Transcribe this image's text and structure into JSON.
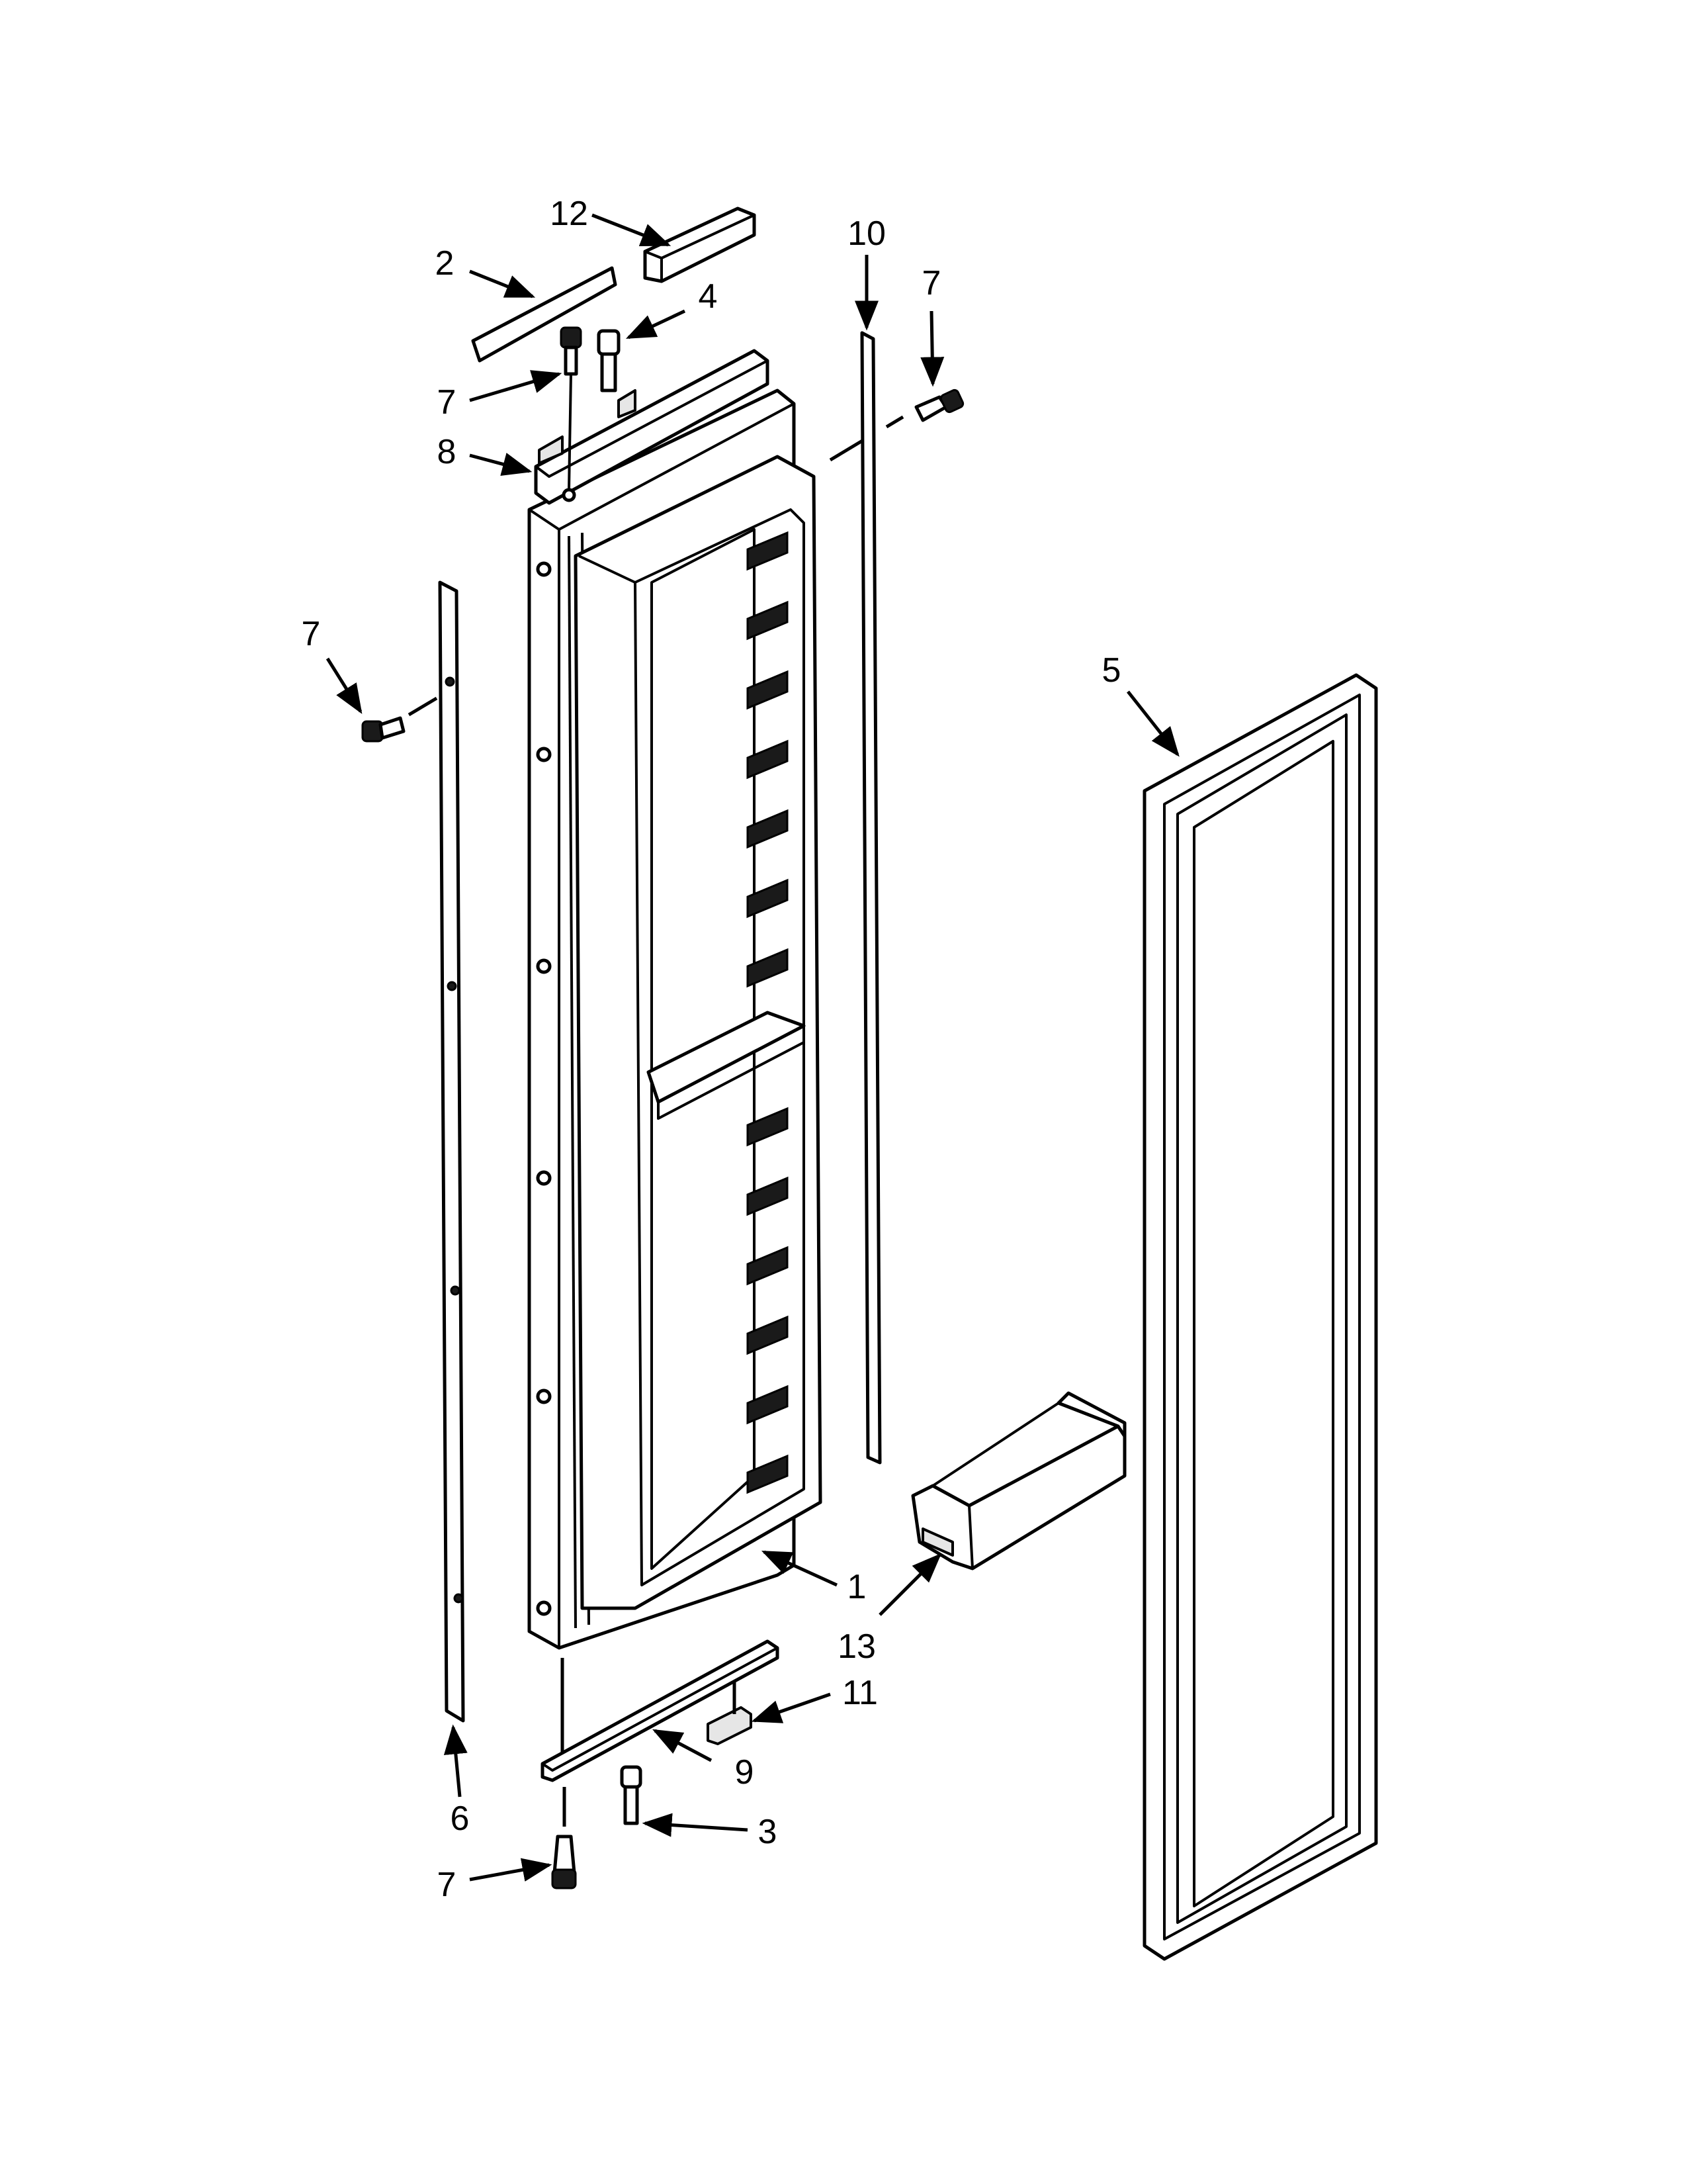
{
  "callouts": {
    "c1": "1",
    "c2": "2",
    "c3": "3",
    "c4": "4",
    "c5": "5",
    "c6": "6",
    "c7a": "7",
    "c7b": "7",
    "c7c": "7",
    "c7d": "7",
    "c8": "8",
    "c9": "9",
    "c10": "10",
    "c11": "11",
    "c12": "12",
    "c13": "13"
  },
  "colors": {
    "line": "#000000",
    "background": "#ffffff"
  }
}
